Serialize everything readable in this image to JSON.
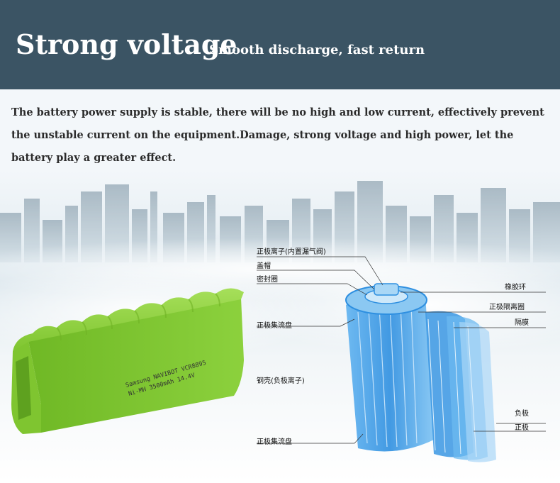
{
  "banner": {
    "title": "Strong voltage",
    "subtitle": "Smooth discharge, fast return"
  },
  "description": "The battery power supply is stable, there will be no high and low current, effectively prevent the unstable current on the equipment.Damage, strong voltage and high power, let the battery play a greater effect.",
  "battery": {
    "print_line1": "Samsung NAVIBOT VCR8895",
    "print_line2": "Ni-MH 3500mAh 14.4V"
  },
  "diagram": {
    "labels": {
      "positive_cap": "正极离子(内置漏气阀)",
      "cover": "盖帽",
      "seal_ring": "密封圈",
      "rubber_ring": "橡胶环",
      "positive_insulation_ring": "正极隔离圈",
      "separator": "隔膜",
      "positive_collector_top": "正极集流盘",
      "steel_shell": "钢壳(负极离子)",
      "negative": "负极",
      "positive": "正极",
      "positive_collector_bottom": "正极集流盘"
    }
  },
  "colors": {
    "banner": "#3b5464",
    "battery_green": "#8fd13f",
    "cell_blue": "#2e8fe0"
  }
}
